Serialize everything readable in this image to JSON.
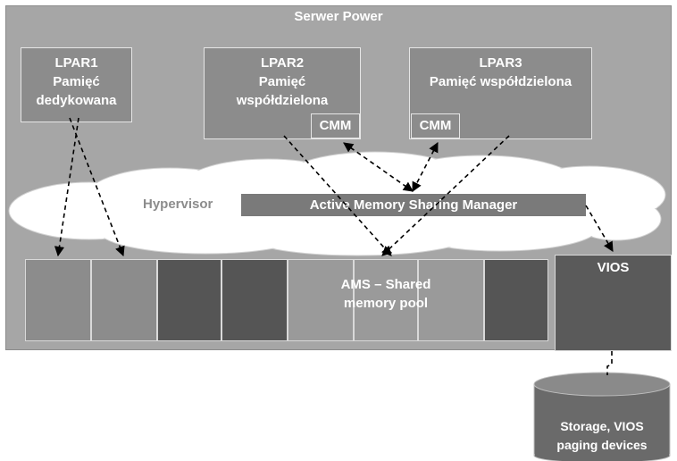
{
  "server": {
    "title": "Serwer Power"
  },
  "lpars": [
    {
      "name": "LPAR1",
      "memory_lines": [
        "Pamięć",
        "dedykowana"
      ]
    },
    {
      "name": "LPAR2",
      "memory_lines": [
        "Pamięć",
        "współdzielona"
      ],
      "cmm": "CMM"
    },
    {
      "name": "LPAR3",
      "memory_lines": [
        "Pamięć współdzielona"
      ],
      "cmm": "CMM"
    }
  ],
  "hypervisor": {
    "label": "Hypervisor",
    "manager": "Active Memory Sharing Manager"
  },
  "pool": {
    "label_lines": [
      "AMS – Shared",
      "memory pool"
    ],
    "cell_colors": [
      "#8c8c8c",
      "#8c8c8c",
      "#555555",
      "#555555",
      "#9a9a9a",
      "#9a9a9a",
      "#9a9a9a",
      "#555555"
    ]
  },
  "vios": {
    "label": "VIOS"
  },
  "storage": {
    "label_lines": [
      "Storage, VIOS",
      "paging devices"
    ]
  },
  "colors": {
    "server_bg": "#a6a6a6",
    "box_fill": "#8c8c8c",
    "dark_cell": "#555555",
    "cloud": "#ffffff",
    "arrow": "#000000"
  }
}
